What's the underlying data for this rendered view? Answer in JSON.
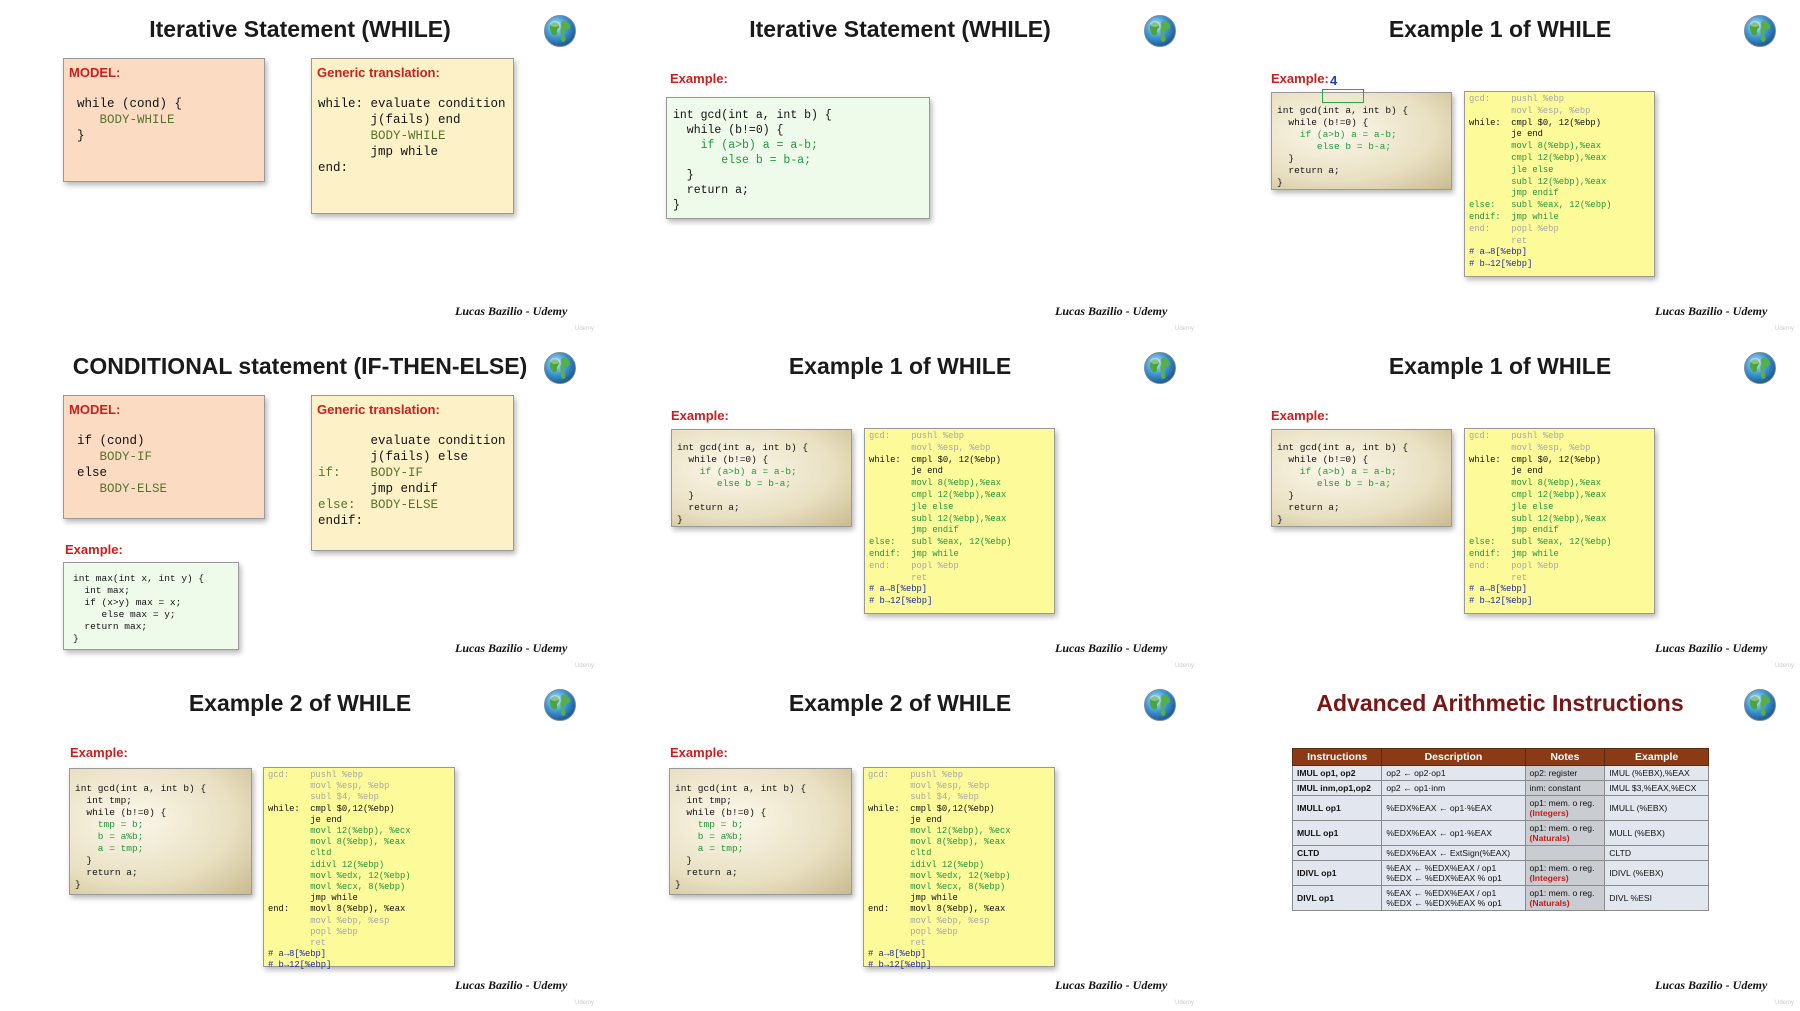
{
  "footer_credit": "Lucas Bazilio - Udemy",
  "watermark": "Udemy",
  "slides": {
    "s1": {
      "title": "Iterative Statement (WHILE)",
      "model_label": "MODEL:",
      "model_code": [
        {
          "t": ""
        },
        {
          "t": "while (cond) {"
        },
        {
          "t": "   BODY-WHILE",
          "c": "ol"
        },
        {
          "t": "}"
        }
      ],
      "trans_label": "Generic translation:",
      "trans_code": [
        {
          "t": ""
        },
        {
          "t": "while: evaluate condition"
        },
        {
          "t": "       j(fails) end"
        },
        {
          "t": "       BODY-WHILE",
          "c": "ol"
        },
        {
          "t": "       jmp while"
        },
        {
          "t": "end:"
        }
      ]
    },
    "s2": {
      "title": "Iterative Statement (WHILE)",
      "example_label": "Example:",
      "code": [
        {
          "t": "int gcd(int a, int b) {"
        },
        {
          "t": "  while (b!=0) {"
        },
        {
          "t": "    if (a>b) a = a-b;",
          "c": "gr"
        },
        {
          "t": "       else b = b-a;",
          "c": "gr"
        },
        {
          "t": "  }"
        },
        {
          "t": "  return a;"
        },
        {
          "t": "}"
        }
      ]
    },
    "s3": {
      "title": "Example 1 of WHILE",
      "example_label": "Example:",
      "annotation": "4",
      "c_code": [
        {
          "t": "int gcd(int a, int b) {"
        },
        {
          "t": "  while (b!=0) {"
        },
        {
          "t": "    if (a>b) a = a-b;",
          "c": "gr"
        },
        {
          "t": "       else b = b-a;",
          "c": "gr"
        },
        {
          "t": "  }"
        },
        {
          "t": "  return a;"
        },
        {
          "t": "}"
        }
      ],
      "asm": [
        {
          "t": "gcd:    pushl %ebp",
          "c": "gy"
        },
        {
          "t": "        movl %esp, %ebp",
          "c": "gy"
        },
        {
          "t": "while:  cmpl $0, 12(%ebp)"
        },
        {
          "t": "        je end"
        },
        {
          "t": "        movl 8(%ebp),%eax",
          "c": "gr"
        },
        {
          "t": "        cmpl 12(%ebp),%eax",
          "c": "gr"
        },
        {
          "t": "        jle else",
          "c": "gr"
        },
        {
          "t": "        subl 12(%ebp),%eax",
          "c": "gr"
        },
        {
          "t": "        jmp endif",
          "c": "gr"
        },
        {
          "t": "else:   subl %eax, 12(%ebp)",
          "c": "gr"
        },
        {
          "t": "endif:  jmp while",
          "c": "gr"
        },
        {
          "t": "end:    popl %ebp",
          "c": "gy"
        },
        {
          "t": "        ret",
          "c": "gy"
        },
        {
          "t": "# a→8[%ebp]",
          "c": "bl"
        },
        {
          "t": "# b→12[%ebp]",
          "c": "bl"
        }
      ]
    },
    "s4": {
      "title": "CONDITIONAL statement (IF-THEN-ELSE)",
      "model_label": "MODEL:",
      "model_code": [
        {
          "t": ""
        },
        {
          "t": "if (cond)"
        },
        {
          "t": "   BODY-IF",
          "c": "ol"
        },
        {
          "t": "else"
        },
        {
          "t": "   BODY-ELSE",
          "c": "ol"
        }
      ],
      "trans_label": "Generic translation:",
      "trans_code": [
        {
          "t": ""
        },
        {
          "t": "       evaluate condition"
        },
        {
          "t": "       j(fails) else"
        },
        {
          "t": "if:    BODY-IF",
          "c": "ol"
        },
        {
          "t": "       jmp endif"
        },
        {
          "t": "else:  BODY-ELSE",
          "c": "ol"
        },
        {
          "t": "endif:"
        }
      ],
      "example_label": "Example:",
      "example_code": [
        {
          "t": "int max(int x, int y) {"
        },
        {
          "t": "  int max;"
        },
        {
          "t": "  if (x>y) max = x;"
        },
        {
          "t": "     else max = y;"
        },
        {
          "t": "  return max;"
        },
        {
          "t": "}"
        }
      ]
    },
    "s5": {
      "title": "Example 1 of WHILE",
      "example_label": "Example:",
      "c_code": [
        {
          "t": "int gcd(int a, int b) {"
        },
        {
          "t": "  while (b!=0) {"
        },
        {
          "t": "    if (a>b) a = a-b;",
          "c": "gr"
        },
        {
          "t": "       else b = b-a;",
          "c": "gr"
        },
        {
          "t": "  }"
        },
        {
          "t": "  return a;"
        },
        {
          "t": "}"
        }
      ],
      "asm": [
        {
          "t": "gcd:    pushl %ebp",
          "c": "gy"
        },
        {
          "t": "        movl %esp, %ebp",
          "c": "gy"
        },
        {
          "t": "while:  cmpl $0, 12(%ebp)"
        },
        {
          "t": "        je end"
        },
        {
          "t": "        movl 8(%ebp),%eax",
          "c": "gr"
        },
        {
          "t": "        cmpl 12(%ebp),%eax",
          "c": "gr"
        },
        {
          "t": "        jle else",
          "c": "gr"
        },
        {
          "t": "        subl 12(%ebp),%eax",
          "c": "gr"
        },
        {
          "t": "        jmp endif",
          "c": "gr"
        },
        {
          "t": "else:   subl %eax, 12(%ebp)",
          "c": "gr"
        },
        {
          "t": "endif:  jmp while",
          "c": "gr"
        },
        {
          "t": "end:    popl %ebp",
          "c": "gy"
        },
        {
          "t": "        ret",
          "c": "gy"
        },
        {
          "t": "# a→8[%ebp]",
          "c": "bl"
        },
        {
          "t": "# b→12[%ebp]",
          "c": "bl"
        }
      ]
    },
    "s6": {
      "title": "Example 1 of WHILE",
      "example_label": "Example:",
      "c_code": [
        {
          "t": "int gcd(int a, int b) {"
        },
        {
          "t": "  while (b!=0) {"
        },
        {
          "t": "    if (a>b) a = a-b;",
          "c": "gr"
        },
        {
          "t": "       else b = b-a;",
          "c": "gr"
        },
        {
          "t": "  }"
        },
        {
          "t": "  return a;"
        },
        {
          "t": "}"
        }
      ],
      "asm": [
        {
          "t": "gcd:    pushl %ebp",
          "c": "gy"
        },
        {
          "t": "        movl %esp, %ebp",
          "c": "gy"
        },
        {
          "t": "while:  cmpl $0, 12(%ebp)"
        },
        {
          "t": "        je end"
        },
        {
          "t": "        movl 8(%ebp),%eax",
          "c": "gr"
        },
        {
          "t": "        cmpl 12(%ebp),%eax",
          "c": "gr"
        },
        {
          "t": "        jle else",
          "c": "gr"
        },
        {
          "t": "        subl 12(%ebp),%eax",
          "c": "gr"
        },
        {
          "t": "        jmp endif",
          "c": "gr"
        },
        {
          "t": "else:   subl %eax, 12(%ebp)",
          "c": "gr"
        },
        {
          "t": "endif:  jmp while",
          "c": "gr"
        },
        {
          "t": "end:    popl %ebp",
          "c": "gy"
        },
        {
          "t": "        ret",
          "c": "gy"
        },
        {
          "t": "# a→8[%ebp]",
          "c": "bl"
        },
        {
          "t": "# b→12[%ebp]",
          "c": "bl"
        }
      ]
    },
    "s7": {
      "title": "Example 2 of WHILE",
      "example_label": "Example:",
      "c_code": [
        {
          "t": "int gcd(int a, int b) {"
        },
        {
          "t": "  int tmp;"
        },
        {
          "t": "  while (b!=0) {"
        },
        {
          "t": "    tmp = b;",
          "c": "gr"
        },
        {
          "t": "    b = a%b;",
          "c": "gr"
        },
        {
          "t": "    a = tmp;",
          "c": "gr"
        },
        {
          "t": "  }"
        },
        {
          "t": "  return a;"
        },
        {
          "t": "}"
        }
      ],
      "asm": [
        {
          "t": "gcd:    pushl %ebp",
          "c": "gy"
        },
        {
          "t": "        movl %esp, %ebp",
          "c": "gy"
        },
        {
          "t": "        subl $4, %ebp",
          "c": "gy"
        },
        {
          "t": "while:  cmpl $0,12(%ebp)"
        },
        {
          "t": "        je end"
        },
        {
          "t": "        movl 12(%ebp), %ecx",
          "c": "gr"
        },
        {
          "t": "        movl 8(%ebp), %eax",
          "c": "gr"
        },
        {
          "t": "        cltd",
          "c": "gr"
        },
        {
          "t": "        idivl 12(%ebp)",
          "c": "gr"
        },
        {
          "t": "        movl %edx, 12(%ebp)",
          "c": "gr"
        },
        {
          "t": "        movl %ecx, 8(%ebp)",
          "c": "gr"
        },
        {
          "t": "        jmp while"
        },
        {
          "t": "end:    movl 8(%ebp), %eax"
        },
        {
          "t": "        movl %ebp, %esp",
          "c": "gy"
        },
        {
          "t": "        popl %ebp",
          "c": "gy"
        },
        {
          "t": "        ret",
          "c": "gy"
        },
        {
          "t": "# a→8[%ebp]",
          "c": "bl"
        },
        {
          "t": "# b→12[%ebp]",
          "c": "bl"
        }
      ]
    },
    "s8": {
      "title": "Example 2 of WHILE",
      "example_label": "Example:",
      "c_code": [
        {
          "t": "int gcd(int a, int b) {"
        },
        {
          "t": "  int tmp;"
        },
        {
          "t": "  while (b!=0) {"
        },
        {
          "t": "    tmp = b;",
          "c": "gr"
        },
        {
          "t": "    b = a%b;",
          "c": "gr"
        },
        {
          "t": "    a = tmp;",
          "c": "gr"
        },
        {
          "t": "  }"
        },
        {
          "t": "  return a;"
        },
        {
          "t": "}"
        }
      ],
      "asm": [
        {
          "t": "gcd:    pushl %ebp",
          "c": "gy"
        },
        {
          "t": "        movl %esp, %ebp",
          "c": "gy"
        },
        {
          "t": "        subl $4, %ebp",
          "c": "gy"
        },
        {
          "t": "while:  cmpl $0,12(%ebp)"
        },
        {
          "t": "        je end"
        },
        {
          "t": "        movl 12(%ebp), %ecx",
          "c": "gr"
        },
        {
          "t": "        movl 8(%ebp), %eax",
          "c": "gr"
        },
        {
          "t": "        cltd",
          "c": "gr"
        },
        {
          "t": "        idivl 12(%ebp)",
          "c": "gr"
        },
        {
          "t": "        movl %edx, 12(%ebp)",
          "c": "gr"
        },
        {
          "t": "        movl %ecx, 8(%ebp)",
          "c": "gr"
        },
        {
          "t": "        jmp while"
        },
        {
          "t": "end:    movl 8(%ebp), %eax"
        },
        {
          "t": "        movl %ebp, %esp",
          "c": "gy"
        },
        {
          "t": "        popl %ebp",
          "c": "gy"
        },
        {
          "t": "        ret",
          "c": "gy"
        },
        {
          "t": "# a→8[%ebp]",
          "c": "bl"
        },
        {
          "t": "# b→12[%ebp]",
          "c": "bl"
        }
      ]
    },
    "s9": {
      "title": "Advanced Arithmetic Instructions",
      "table": {
        "headers": [
          "Instructions",
          "Description",
          "Notes",
          "Example"
        ],
        "rows": [
          {
            "ins": "IMUL op1, op2",
            "desc": [
              "op2 ← op2·op1"
            ],
            "note": [
              "op2: register"
            ],
            "ex": "IMUL (%EBX),%EAX"
          },
          {
            "ins": "IMUL inm,op1,op2",
            "desc": [
              "op2 ← op1·inm"
            ],
            "note": [
              "inm: constant"
            ],
            "ex": "IMUL $3,%EAX,%ECX"
          },
          {
            "ins": "IMULL op1",
            "desc": [
              "%EDX%EAX ← op1·%EAX"
            ],
            "note": [
              "op1: mem. o reg."
            ],
            "note_red": "(Integers)",
            "ex": "IMULL (%EBX)"
          },
          {
            "ins": "MULL op1",
            "desc": [
              "%EDX%EAX ← op1·%EAX"
            ],
            "note": [
              "op1: mem. o reg."
            ],
            "note_red": "(Naturals)",
            "ex": "MULL (%EBX)"
          },
          {
            "ins": "CLTD",
            "desc": [
              "%EDX%EAX ← ExtSign(%EAX)"
            ],
            "note": [
              ""
            ],
            "ex": "CLTD"
          },
          {
            "ins": "IDIVL op1",
            "desc": [
              "%EAX ← %EDX%EAX / op1",
              "%EDX ← %EDX%EAX % op1"
            ],
            "note": [
              "op1: mem. o reg."
            ],
            "note_red": "(Integers)",
            "ex": "IDIVL (%EBX)"
          },
          {
            "ins": "DIVL op1",
            "desc": [
              "%EAX ← %EDX%EAX / op1",
              "%EDX ← %EDX%EAX % op1"
            ],
            "note": [
              "op1: mem. o reg."
            ],
            "note_red": "(Naturals)",
            "ex": "DIVL %ESI"
          }
        ]
      }
    }
  }
}
